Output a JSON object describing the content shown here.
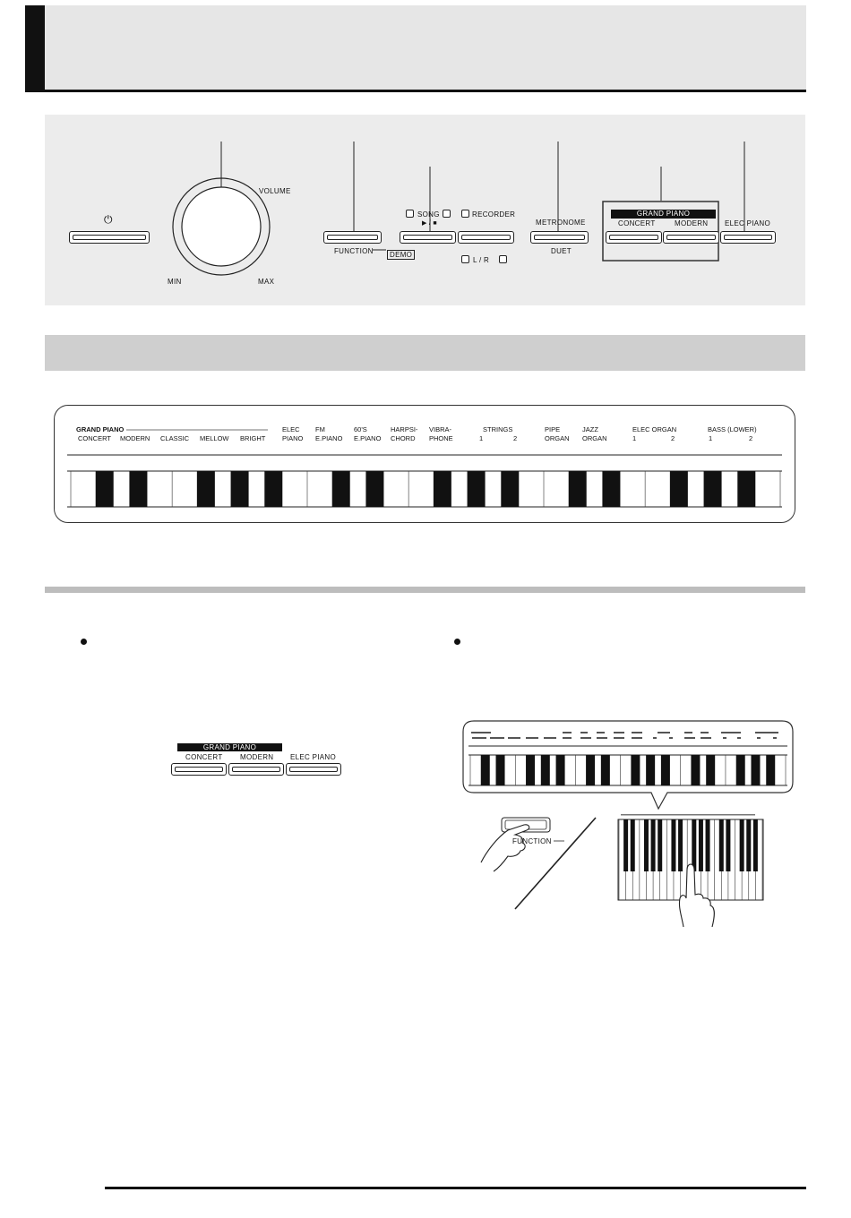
{
  "panel": {
    "power_icon": "power-icon",
    "volume": "VOLUME",
    "min": "MIN",
    "max": "MAX",
    "function": "FUNCTION",
    "demo": "DEMO",
    "song": "SONG",
    "play_stop": "▶ / ■",
    "recorder": "RECORDER",
    "lr": "L / R",
    "metronome": "METRONOME",
    "duet": "DUET",
    "grand_piano": "GRAND PIANO",
    "concert": "CONCERT",
    "modern": "MODERN",
    "elec_piano": "ELEC PIANO"
  },
  "tones": {
    "grand_piano": "GRAND PIANO",
    "items": [
      {
        "l1": "",
        "l2": "CONCERT"
      },
      {
        "l1": "",
        "l2": "MODERN"
      },
      {
        "l1": "",
        "l2": "CLASSIC"
      },
      {
        "l1": "",
        "l2": "MELLOW"
      },
      {
        "l1": "",
        "l2": "BRIGHT"
      },
      {
        "l1": "ELEC",
        "l2": "PIANO"
      },
      {
        "l1": "FM",
        "l2": "E.PIANO"
      },
      {
        "l1": "60'S",
        "l2": "E.PIANO"
      },
      {
        "l1": "HARPSI-",
        "l2": "CHORD"
      },
      {
        "l1": "VIBRA-",
        "l2": "PHONE"
      },
      {
        "l1": "STRINGS",
        "l2": ""
      },
      {
        "l1": "",
        "l2": "1"
      },
      {
        "l1": "",
        "l2": "2"
      },
      {
        "l1": "PIPE",
        "l2": "ORGAN"
      },
      {
        "l1": "JAZZ",
        "l2": "ORGAN"
      },
      {
        "l1": "ELEC ORGAN",
        "l2": ""
      },
      {
        "l1": "",
        "l2": "1"
      },
      {
        "l1": "",
        "l2": "2"
      },
      {
        "l1": "BASS (LOWER)",
        "l2": ""
      },
      {
        "l1": "",
        "l2": "1"
      },
      {
        "l1": "",
        "l2": "2"
      }
    ]
  },
  "illus": {
    "grand_piano": "GRAND PIANO",
    "concert": "CONCERT",
    "modern": "MODERN",
    "elec_piano": "ELEC PIANO",
    "function": "FUNCTION"
  }
}
